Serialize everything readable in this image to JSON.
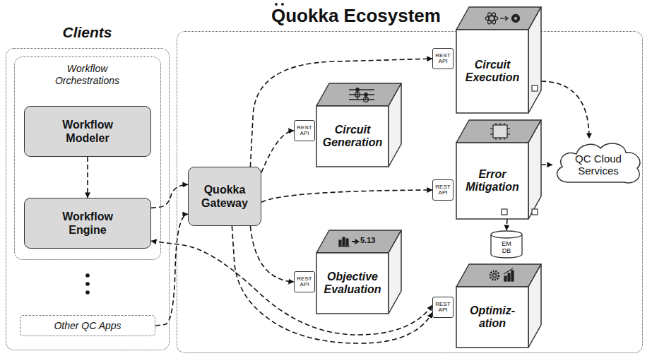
{
  "diagram": {
    "nodes": [
      {
        "text": [
          "Clients"
        ]
      },
      {
        "text": [
          "Workflow Orchestrations"
        ],
        "in": 0
      },
      {
        "text": [
          "Workflow Modeler"
        ],
        "in": 1
      },
      {
        "text": [
          "Workflow Engine"
        ],
        "in": 1
      },
      {
        "text": [
          "Other QC Apps"
        ],
        "in": 0
      },
      {
        "text": [
          "Quokka Ecosystem"
        ]
      },
      {
        "text": [
          "Quokka Gateway"
        ],
        "in": 5
      },
      {
        "text": [
          "REST API"
        ],
        "in": 5
      },
      {
        "text": [
          "Circuit Generation"
        ],
        "in": 5
      },
      {
        "text": [
          "REST API"
        ],
        "in": 5
      },
      {
        "text": [
          "Circuit Execution"
        ],
        "in": 5
      },
      {
        "text": [
          "REST API"
        ],
        "in": 5
      },
      {
        "text": [
          "Error Mitigation"
        ],
        "in": 5
      },
      {
        "text": [
          "REST API"
        ],
        "in": 5
      },
      {
        "text": [
          "5.13",
          "Objective Evaluation"
        ],
        "in": 5
      },
      {
        "text": [
          "REST API"
        ],
        "in": 5
      },
      {
        "text": [
          "Optimiz- ation"
        ],
        "in": 5
      },
      {
        "text": [
          "QC Cloud Services"
        ]
      },
      {
        "text": [
          "EM DB"
        ],
        "in": 5
      }
    ],
    "edges": [
      {
        "from": 2,
        "to": 3,
        "arrow": "to"
      },
      {
        "from": 3,
        "to": 6,
        "arrow": "to"
      },
      {
        "from": 4,
        "to": 6,
        "arrow": "to"
      },
      {
        "from": 6,
        "to": 9,
        "arrow": "to"
      },
      {
        "from": 6,
        "to": 7,
        "arrow": "to"
      },
      {
        "from": 6,
        "to": 11,
        "arrow": "to"
      },
      {
        "from": 6,
        "to": 13,
        "arrow": "to"
      },
      {
        "from": 6,
        "to": 15,
        "arrow": "to"
      },
      {
        "from": 3,
        "to": 15,
        "arrow": "both"
      },
      {
        "from": 10,
        "to": 17,
        "arrow": "to"
      },
      {
        "from": 12,
        "to": 17,
        "arrow": "to"
      },
      {
        "from": 12,
        "to": 18,
        "arrow": "to"
      }
    ]
  }
}
